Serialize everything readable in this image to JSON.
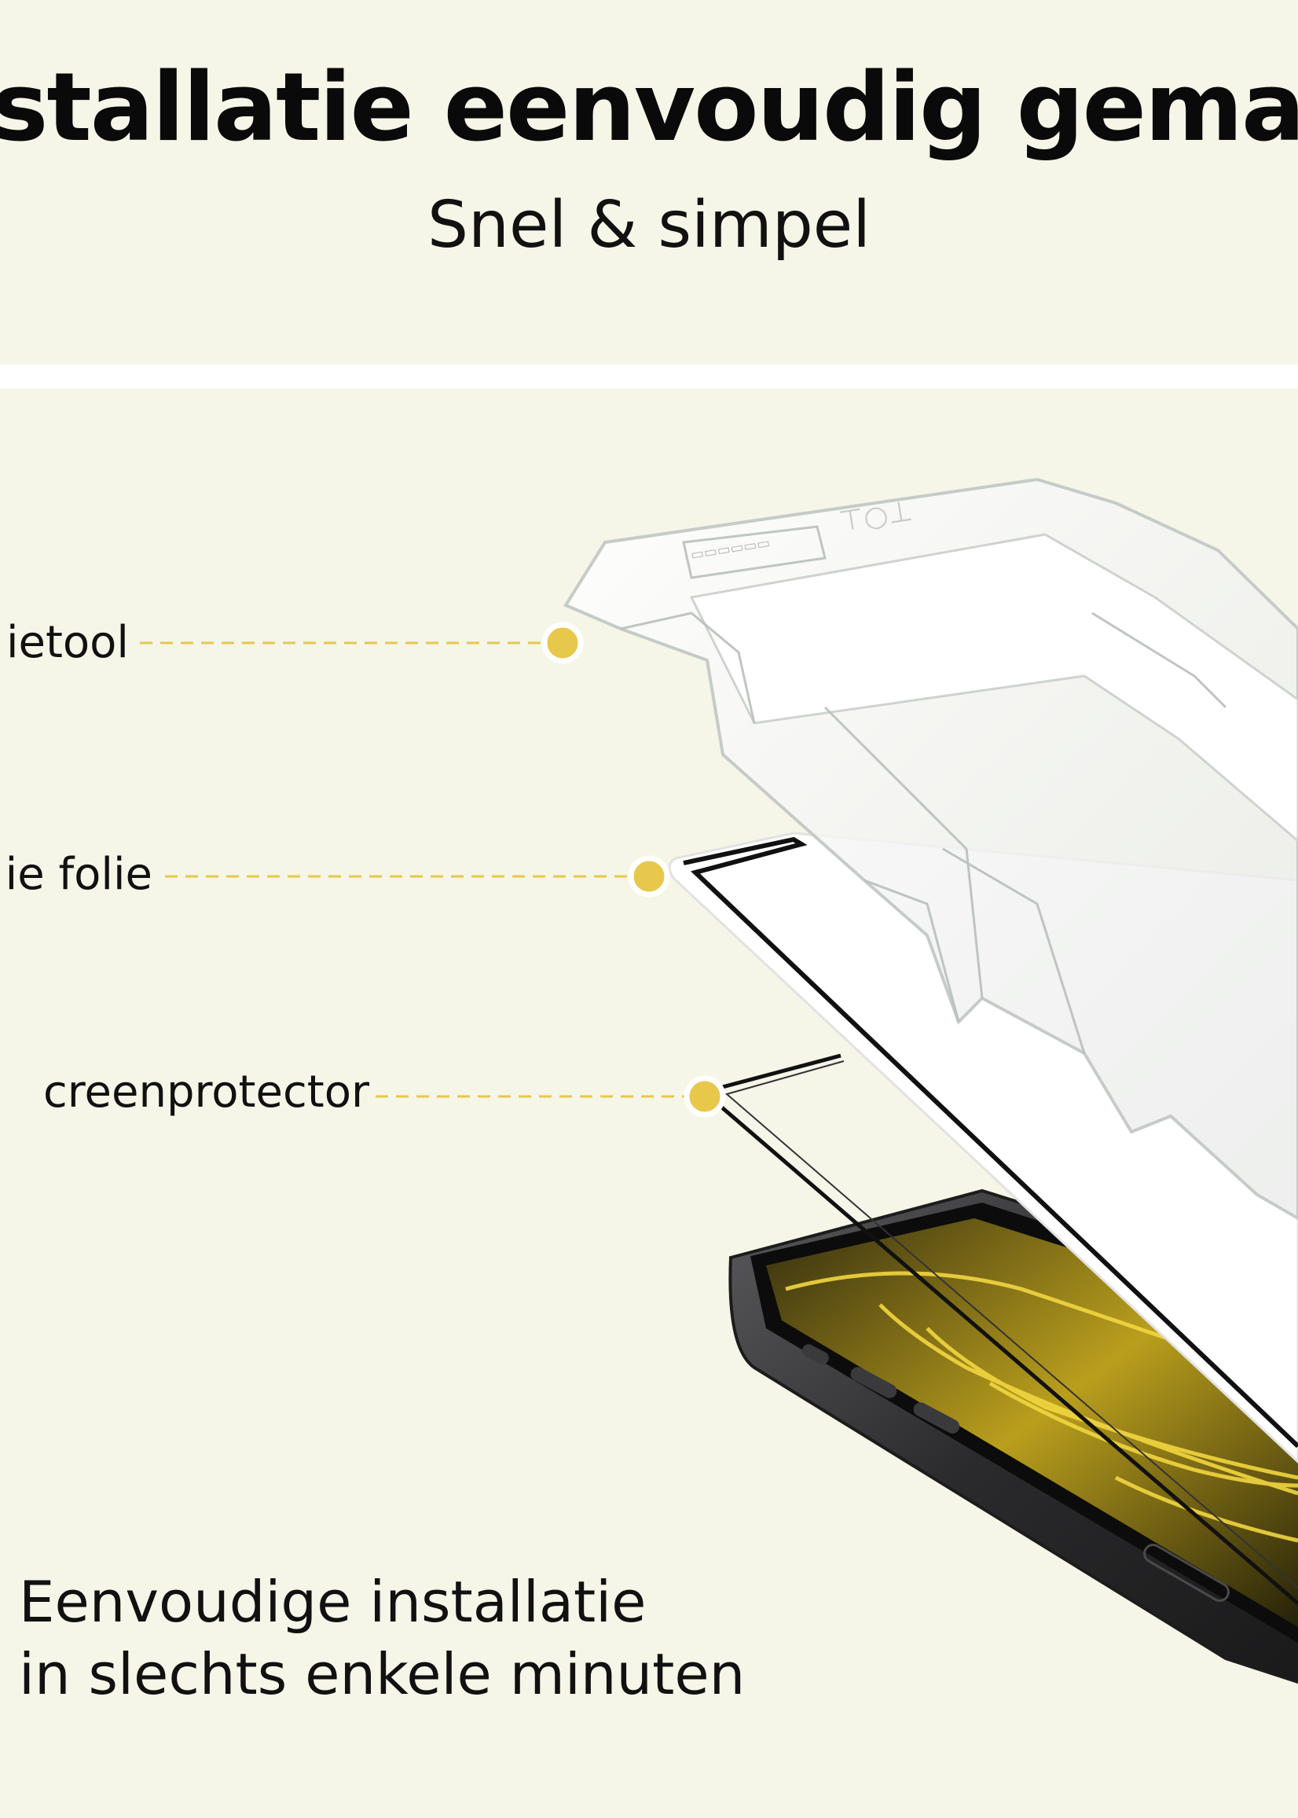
{
  "header": {
    "title": "stallatie eenvoudig gemaa",
    "subtitle": "Snel & simpel"
  },
  "callouts": [
    {
      "label": "ietool"
    },
    {
      "label": "ie folie"
    },
    {
      "label": "creenprotector"
    }
  ],
  "caption": {
    "line1": "Eenvoudige installatie",
    "line2": "in slechts enkele minuten"
  },
  "colors": {
    "background": "#f5f6e8",
    "accent_dot": "#e8c84a",
    "text": "#111111"
  }
}
